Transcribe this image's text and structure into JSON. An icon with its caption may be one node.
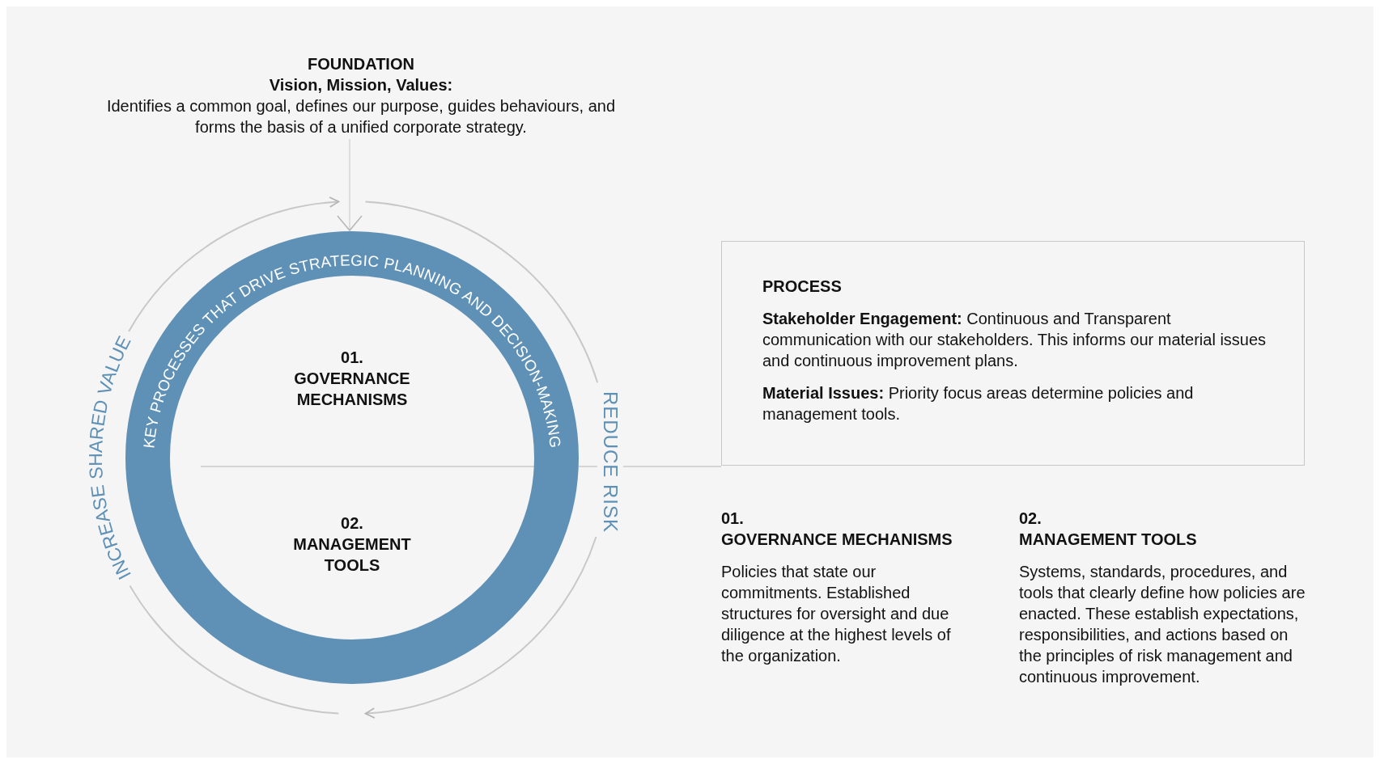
{
  "diagram": {
    "nodes": [
      {
        "text": [
          "FOUNDATION",
          "Vision, Mission, Values:",
          "Identifies a common goal, defines our purpose, guides behaviours, and forms the basis of a unified corporate strategy."
        ]
      },
      {
        "text": [
          "KEY PROCESSES THAT DRIVE STRATEGIC PLANNING AND DECISION-MAKING"
        ]
      },
      {
        "text": [
          "01.",
          "GOVERNANCE MECHANISMS"
        ],
        "in": 1
      },
      {
        "text": [
          "02.",
          "MANAGEMENT TOOLS"
        ],
        "in": 1
      },
      {
        "text": [
          "PROCESS",
          "**Stakeholder Engagement:** Continuous and Transparent communication with our stakeholders. This informs our material issues and continuous improvement plans.",
          "**Material Issues:** Priority focus areas determine policies and management tools."
        ]
      },
      {
        "text": [
          "01.",
          "GOVERNANCE MECHANISMS",
          "Policies that state our commitments. Established structures for oversight and due diligence at the highest levels of the organization."
        ]
      },
      {
        "text": [
          "02.",
          "MANAGEMENT TOOLS",
          "Systems, standards, procedures, and tools that clearly define how policies are enacted. These establish expectations, responsibilities, and actions based on the principles of risk management and continuous improvement."
        ]
      }
    ],
    "edges": [
      {
        "from": 0,
        "to": 1,
        "arrow": "to"
      },
      {
        "from": 1,
        "to": 4,
        "arrow": "none"
      }
    ],
    "labels": [
      "INCREASE SHARED VALUE",
      "REDUCE RISK"
    ]
  }
}
